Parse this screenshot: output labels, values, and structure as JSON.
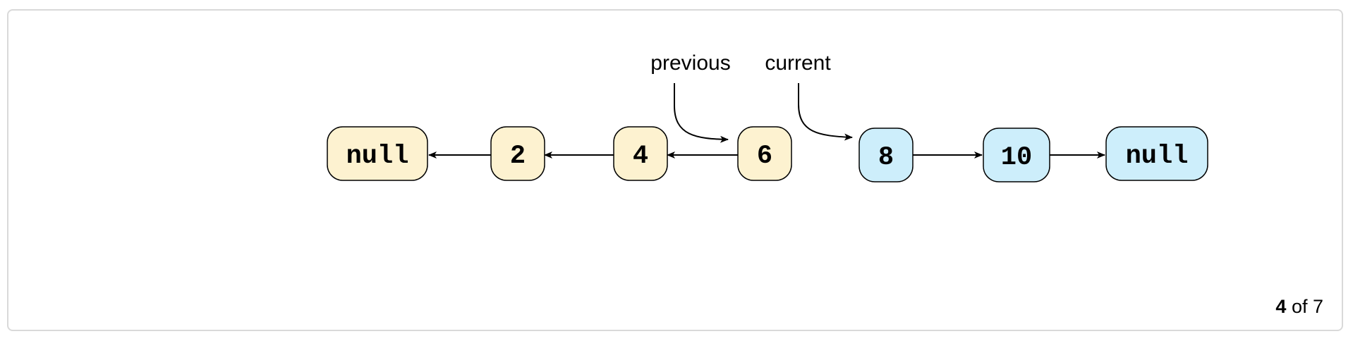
{
  "diagram": {
    "colors": {
      "reversed_fill": "#fdf2d0",
      "pending_fill": "#cdeefb",
      "stroke": "#000000"
    },
    "nodes": [
      {
        "label": "null",
        "group": "reversed"
      },
      {
        "label": "2",
        "group": "reversed"
      },
      {
        "label": "4",
        "group": "reversed"
      },
      {
        "label": "6",
        "group": "reversed"
      },
      {
        "label": "8",
        "group": "pending"
      },
      {
        "label": "10",
        "group": "pending"
      },
      {
        "label": "null",
        "group": "pending"
      }
    ],
    "pointers": {
      "previous": "previous",
      "current": "current"
    }
  },
  "pager": {
    "current": "4",
    "separator": " of ",
    "total": "7"
  }
}
